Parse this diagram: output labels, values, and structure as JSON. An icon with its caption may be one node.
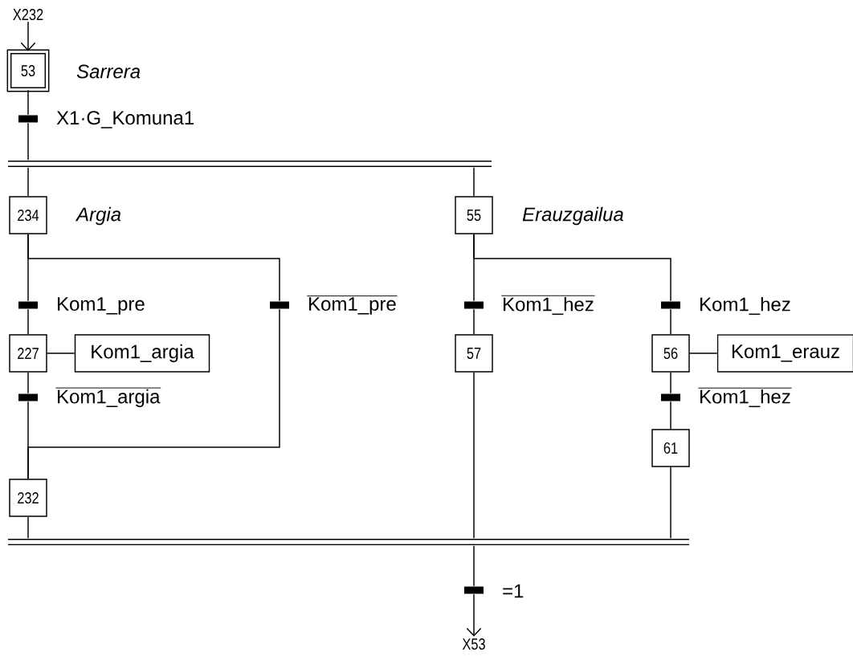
{
  "diagram": {
    "nodes": [
      {
        "text": [
          "X232"
        ]
      },
      {
        "text": [
          "53"
        ],
        "beside": [
          "*Sarrera*"
        ]
      },
      {
        "text": [],
        "shape": "bar",
        "beside": [
          "X1·G_Komuna1"
        ]
      },
      {
        "text": [],
        "shape": "bar"
      },
      {
        "text": [
          "234"
        ],
        "beside": [
          "*Argia*"
        ]
      },
      {
        "text": [
          "55"
        ],
        "beside": [
          "*Erauzgailua*"
        ]
      },
      {
        "text": [],
        "shape": "bar",
        "beside": [
          "Kom1_pre"
        ]
      },
      {
        "text": [],
        "shape": "bar",
        "beside": [
          "Kom1_pre"
        ]
      },
      {
        "text": [
          "227"
        ]
      },
      {
        "text": [
          "Kom1_argia"
        ]
      },
      {
        "text": [],
        "shape": "bar",
        "beside": [
          "Kom1_argia"
        ]
      },
      {
        "text": [
          "232"
        ]
      },
      {
        "text": [],
        "shape": "bar",
        "beside": [
          "Kom1_hez"
        ]
      },
      {
        "text": [],
        "shape": "bar",
        "beside": [
          "Kom1_hez"
        ]
      },
      {
        "text": [
          "57"
        ]
      },
      {
        "text": [
          "56"
        ]
      },
      {
        "text": [
          "Kom1_erauz"
        ]
      },
      {
        "text": [],
        "shape": "bar",
        "beside": [
          "Kom1_hez"
        ]
      },
      {
        "text": [
          "61"
        ]
      },
      {
        "text": [],
        "shape": "bar"
      },
      {
        "text": [],
        "shape": "bar",
        "beside": [
          "=1"
        ]
      },
      {
        "text": [
          "X53"
        ]
      }
    ],
    "edges": [
      {
        "from": 0,
        "to": 1,
        "arrow": "to"
      },
      {
        "from": 1,
        "to": 2,
        "arrow": "none"
      },
      {
        "from": 2,
        "to": 3,
        "arrow": "none"
      },
      {
        "from": 3,
        "to": 4,
        "arrow": "none"
      },
      {
        "from": 3,
        "to": 5,
        "arrow": "none"
      },
      {
        "from": 4,
        "to": 6,
        "arrow": "none"
      },
      {
        "from": 4,
        "to": 7,
        "arrow": "none"
      },
      {
        "from": 6,
        "to": 8,
        "arrow": "none"
      },
      {
        "from": 8,
        "to": 9,
        "arrow": "none"
      },
      {
        "from": 8,
        "to": 10,
        "arrow": "none"
      },
      {
        "from": 10,
        "to": 11,
        "arrow": "none"
      },
      {
        "from": 7,
        "to": 11,
        "arrow": "none"
      },
      {
        "from": 11,
        "to": 19,
        "arrow": "none"
      },
      {
        "from": 5,
        "to": 12,
        "arrow": "none"
      },
      {
        "from": 5,
        "to": 13,
        "arrow": "none"
      },
      {
        "from": 12,
        "to": 14,
        "arrow": "none"
      },
      {
        "from": 13,
        "to": 15,
        "arrow": "none"
      },
      {
        "from": 15,
        "to": 16,
        "arrow": "none"
      },
      {
        "from": 15,
        "to": 17,
        "arrow": "none"
      },
      {
        "from": 17,
        "to": 18,
        "arrow": "none"
      },
      {
        "from": 14,
        "to": 19,
        "arrow": "none"
      },
      {
        "from": 18,
        "to": 19,
        "arrow": "none"
      },
      {
        "from": 19,
        "to": 20,
        "arrow": "none"
      },
      {
        "from": 20,
        "to": 21,
        "arrow": "to"
      }
    ]
  }
}
